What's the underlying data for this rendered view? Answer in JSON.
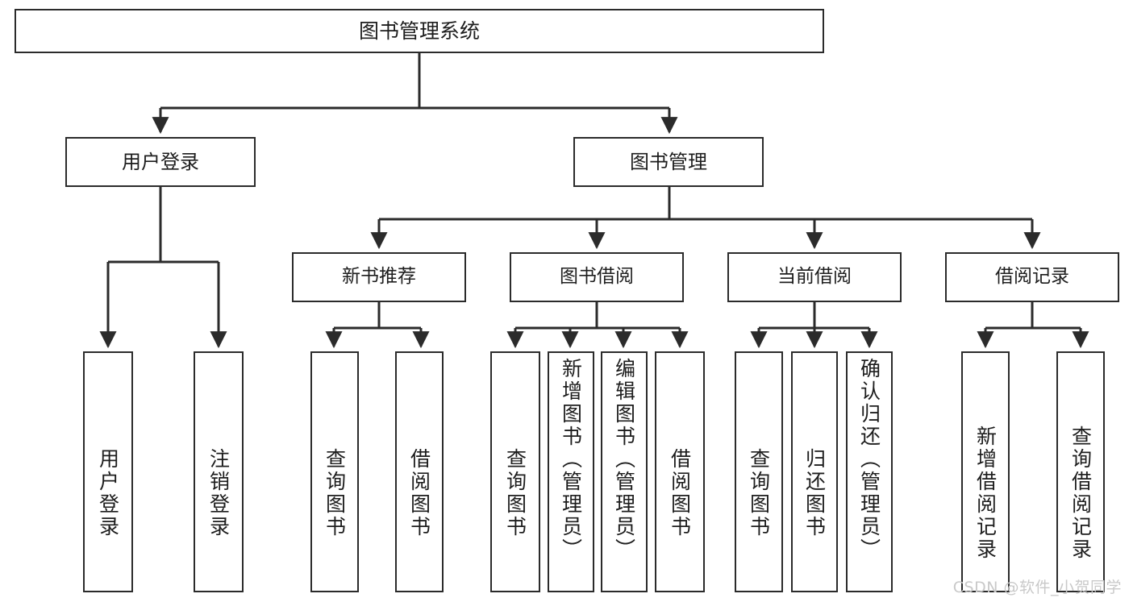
{
  "diagram": {
    "title": "图书管理系统",
    "type": "hierarchy-tree",
    "root": {
      "label": "图书管理系统"
    },
    "level2": [
      {
        "label": "用户登录"
      },
      {
        "label": "图书管理"
      }
    ],
    "level3": [
      {
        "label": "新书推荐"
      },
      {
        "label": "图书借阅"
      },
      {
        "label": "当前借阅"
      },
      {
        "label": "借阅记录"
      }
    ],
    "leaves": {
      "user_login": [
        {
          "label": "用户登录"
        },
        {
          "label": "注销登录"
        }
      ],
      "new_book_recommend": [
        {
          "label": "查询图书"
        },
        {
          "label": "借阅图书"
        }
      ],
      "book_borrow": [
        {
          "label": "查询图书"
        },
        {
          "label": "新增图书（管理员）"
        },
        {
          "label": "编辑图书（管理员）"
        },
        {
          "label": "借阅图书"
        }
      ],
      "current_borrow": [
        {
          "label": "查询图书"
        },
        {
          "label": "归还图书"
        },
        {
          "label": "确认归还（管理员）"
        }
      ],
      "borrow_records": [
        {
          "label": "新增借阅记录"
        },
        {
          "label": "查询借阅记录"
        }
      ]
    }
  },
  "watermark": {
    "text": "CSDN @软件_小贺同学"
  },
  "colors": {
    "stroke": "#2b2b2b",
    "background": "#ffffff",
    "text": "#1d1d1d",
    "watermark": "#c9c9c9"
  }
}
